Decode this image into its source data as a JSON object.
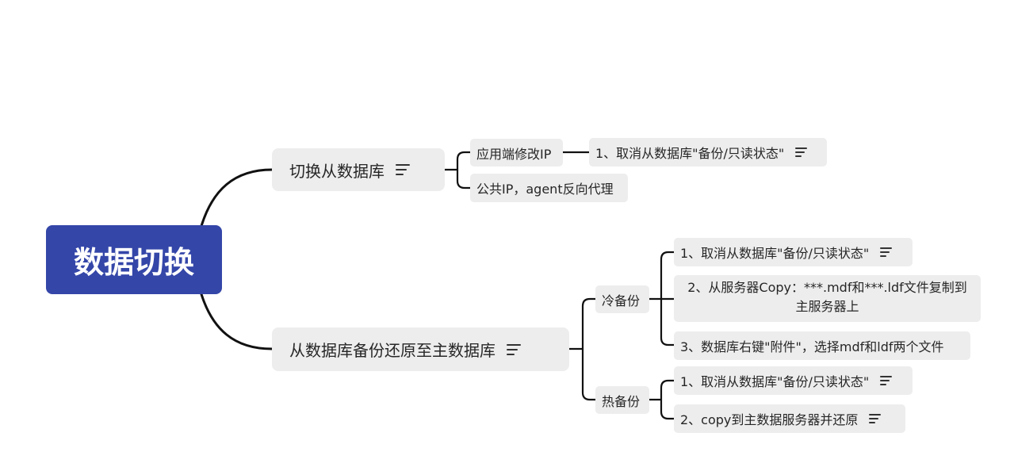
{
  "root": {
    "label": "数据切换"
  },
  "branches": [
    {
      "label": "切换从数据库",
      "has_note": true,
      "children": [
        {
          "label": "应用端修改IP",
          "children": [
            {
              "label": "1、取消从数据库\"备份/只读状态\"",
              "has_note": true
            }
          ]
        },
        {
          "label": "公共IP，agent反向代理"
        }
      ]
    },
    {
      "label": "从数据库备份还原至主数据库",
      "has_note": true,
      "children": [
        {
          "label": "冷备份",
          "children": [
            {
              "label": "1、取消从数据库\"备份/只读状态\"",
              "has_note": true
            },
            {
              "label_line1": "2、从服务器Copy：***.mdf和***.ldf文件复制到",
              "label_line2": "主服务器上"
            },
            {
              "label": "3、数据库右键\"附件\"，选择mdf和ldf两个文件"
            }
          ]
        },
        {
          "label": "热备份",
          "children": [
            {
              "label": "1、取消从数据库\"备份/只读状态\"",
              "has_note": true
            },
            {
              "label": "2、copy到主数据服务器并还原",
              "has_note": true
            }
          ]
        }
      ]
    }
  ],
  "colors": {
    "root_fill": "#3446a8",
    "node_fill": "#ededed",
    "line": "#111111"
  }
}
